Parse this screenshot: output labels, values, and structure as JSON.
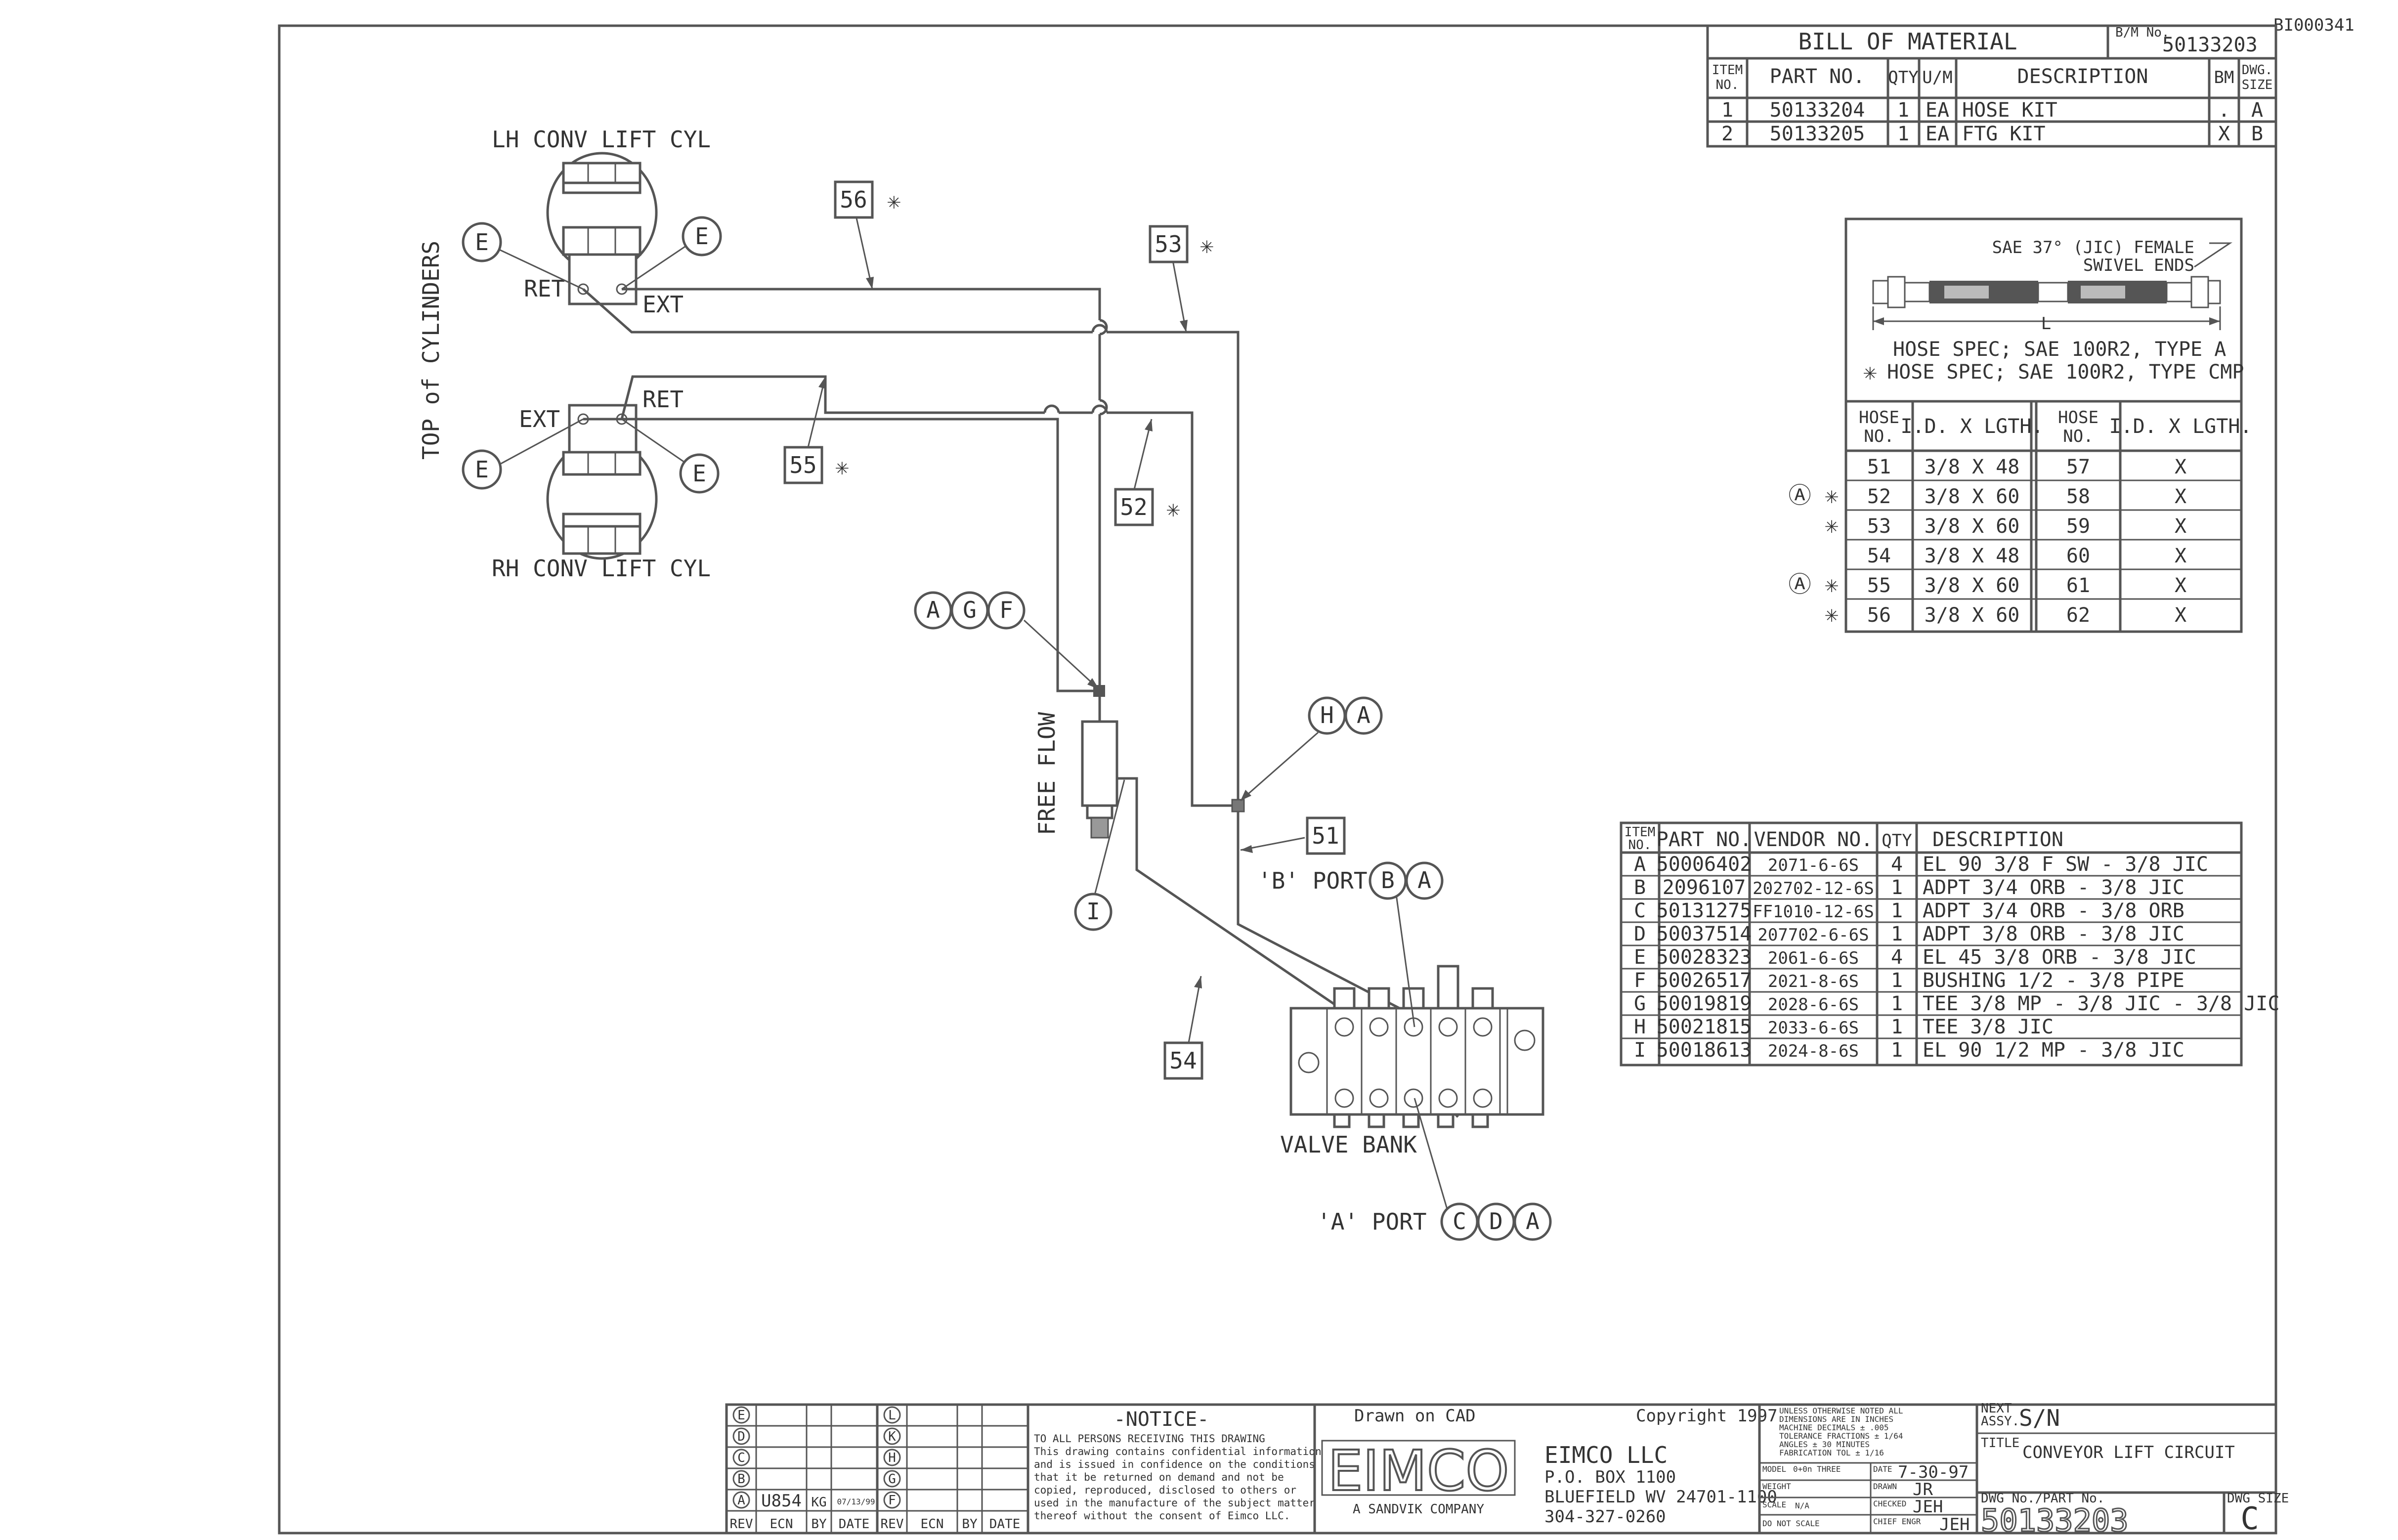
{
  "doc_id": "BI000341",
  "bom": {
    "title": "BILL OF MATERIAL",
    "bm_no_label": "B/M No.",
    "bm_no": "50133203",
    "headers": [
      "ITEM NO.",
      "PART NO.",
      "QTY",
      "U/M",
      "DESCRIPTION",
      "BM",
      "DWG. SIZE"
    ],
    "rows": [
      [
        "1",
        "50133204",
        "1",
        "EA",
        "HOSE KIT",
        ".",
        "A"
      ],
      [
        "2",
        "50133205",
        "1",
        "EA",
        "FTG KIT",
        "X",
        "B"
      ]
    ]
  },
  "hose_spec": {
    "ends_label_1": "SAE 37° (JIC) FEMALE",
    "ends_label_2": "SWIVEL ENDS",
    "length_label": "L",
    "spec_1": "HOSE SPEC; SAE 100R2, TYPE A",
    "spec_2": "HOSE SPEC; SAE 100R2, TYPE CMP",
    "headers": [
      "HOSE NO.",
      "I.D. X LGTH.",
      "HOSE NO.",
      "I.D. X LGTH."
    ],
    "rows": [
      {
        "mark": "",
        "a": "51",
        "b": "3/8 X 48",
        "c": "57",
        "d": "X"
      },
      {
        "mark": "Ⓐ ✳",
        "a": "52",
        "b": "3/8 X 60",
        "c": "58",
        "d": "X"
      },
      {
        "mark": "✳",
        "a": "53",
        "b": "3/8 X 60",
        "c": "59",
        "d": "X"
      },
      {
        "mark": "",
        "a": "54",
        "b": "3/8 X 48",
        "c": "60",
        "d": "X"
      },
      {
        "mark": "Ⓐ ✳",
        "a": "55",
        "b": "3/8 X 60",
        "c": "61",
        "d": "X"
      },
      {
        "mark": "✳",
        "a": "56",
        "b": "3/8 X 60",
        "c": "62",
        "d": "X"
      }
    ]
  },
  "parts": {
    "headers": [
      "ITEM NO.",
      "PART NO.",
      "VENDOR NO.",
      "QTY",
      "DESCRIPTION"
    ],
    "rows": [
      [
        "A",
        "50006402",
        "2071-6-6S",
        "4",
        "EL 90 3/8 F SW - 3/8  JIC"
      ],
      [
        "B",
        "2096107",
        "202702-12-6S",
        "1",
        "ADPT 3/4 ORB - 3/8 JIC"
      ],
      [
        "C",
        "50131275",
        "FF1010-12-6S",
        "1",
        "ADPT 3/4 ORB - 3/8 ORB"
      ],
      [
        "D",
        "50037514",
        "207702-6-6S",
        "1",
        "ADPT 3/8 ORB - 3/8 JIC"
      ],
      [
        "E",
        "50028323",
        "2061-6-6S",
        "4",
        "EL 45 3/8 ORB - 3/8  JIC"
      ],
      [
        "F",
        "50026517",
        "2021-8-6S",
        "1",
        "BUSHING 1/2 - 3/8 PIPE"
      ],
      [
        "G",
        "50019819",
        "2028-6-6S",
        "1",
        "TEE 3/8 MP - 3/8 JIC - 3/8 JIC"
      ],
      [
        "H",
        "50021815",
        "2033-6-6S",
        "1",
        "TEE 3/8 JIC"
      ],
      [
        "I",
        "50018613",
        "2024-8-6S",
        "1",
        "EL 90 1/2 MP - 3/8  JIC"
      ]
    ]
  },
  "diagram": {
    "lh_cyl": "LH CONV LIFT CYL",
    "rh_cyl": "RH CONV LIFT CYL",
    "top_of_cyl": "TOP of CYLINDERS",
    "ret": "RET",
    "ext": "EXT",
    "free_flow": "FREE FLOW",
    "b_port": "'B' PORT",
    "a_port": "'A' PORT",
    "valve_bank": "VALVE BANK",
    "star": "✳",
    "hoses": {
      "h51": "51",
      "h52": "52",
      "h53": "53",
      "h54": "54",
      "h55": "55",
      "h56": "56"
    },
    "letters": {
      "A": "A",
      "B": "B",
      "C": "C",
      "D": "D",
      "E": "E",
      "F": "F",
      "G": "G",
      "H": "H",
      "I": "I"
    }
  },
  "title_block": {
    "rev_letters": [
      "E",
      "D",
      "C",
      "B",
      "A"
    ],
    "rev_letters_2": [
      "L",
      "K",
      "H",
      "G",
      "F"
    ],
    "rev_a_ecn": "U854",
    "rev_a_by": "KG",
    "rev_a_date": "07/13/99",
    "rev_headers": [
      "REV",
      "ECN",
      "BY",
      "DATE",
      "REV",
      "ECN",
      "BY",
      "DATE"
    ],
    "notice_title": "-NOTICE-",
    "notice_lines": [
      "TO ALL PERSONS RECEIVING THIS DRAWING",
      "This drawing contains confidential information",
      "and is issued in confidence on the conditions",
      "that it be returned on demand and not be",
      "copied, reproduced, disclosed to others or",
      "used in the manufacture of the subject matter",
      "thereof without the consent of Eimco LLC."
    ],
    "drawn_on_cad": "Drawn on CAD",
    "copyright": "Copyright 1997",
    "logo": "EIMCO",
    "logo_sub": "A SANDVIK COMPANY",
    "company": "EIMCO LLC",
    "po_box": "P.O. BOX 1100",
    "city": "BLUEFIELD WV 24701-1100",
    "phone": "304-327-0260",
    "tol_lines": [
      "UNLESS OTHERWISE NOTED ALL",
      "DIMENSIONS ARE IN INCHES",
      "MACHINE    DECIMALS ± .005",
      "TOLERANCE  FRACTIONS ± 1/64",
      "           ANGLES ± 30 MINUTES",
      "FABRICATION TOL ± 1/16"
    ],
    "model_label": "MODEL",
    "model_val": "0+0n THREE",
    "date_label": "DATE",
    "date_val": "7-30-97",
    "weight_label": "WEIGHT",
    "drawn_label": "DRAWN",
    "drawn_val": "JR",
    "scale_label": "SCALE",
    "scale_val": "N/A",
    "checked_label": "CHECKED",
    "checked_val": "JEH",
    "do_not_scale": "DO NOT SCALE",
    "chief_label": "CHIEF ENGR",
    "chief_val": "JEH",
    "next_assy_label": "NEXT ASSY.",
    "next_assy_val": "S/N",
    "title_label": "TITLE",
    "title_val": "CONVEYOR LIFT CIRCUIT",
    "dwg_no_label": "DWG No./PART No.",
    "dwg_no": "50133203",
    "dwg_size_label": "DWG SIZE",
    "dwg_size": "C"
  }
}
